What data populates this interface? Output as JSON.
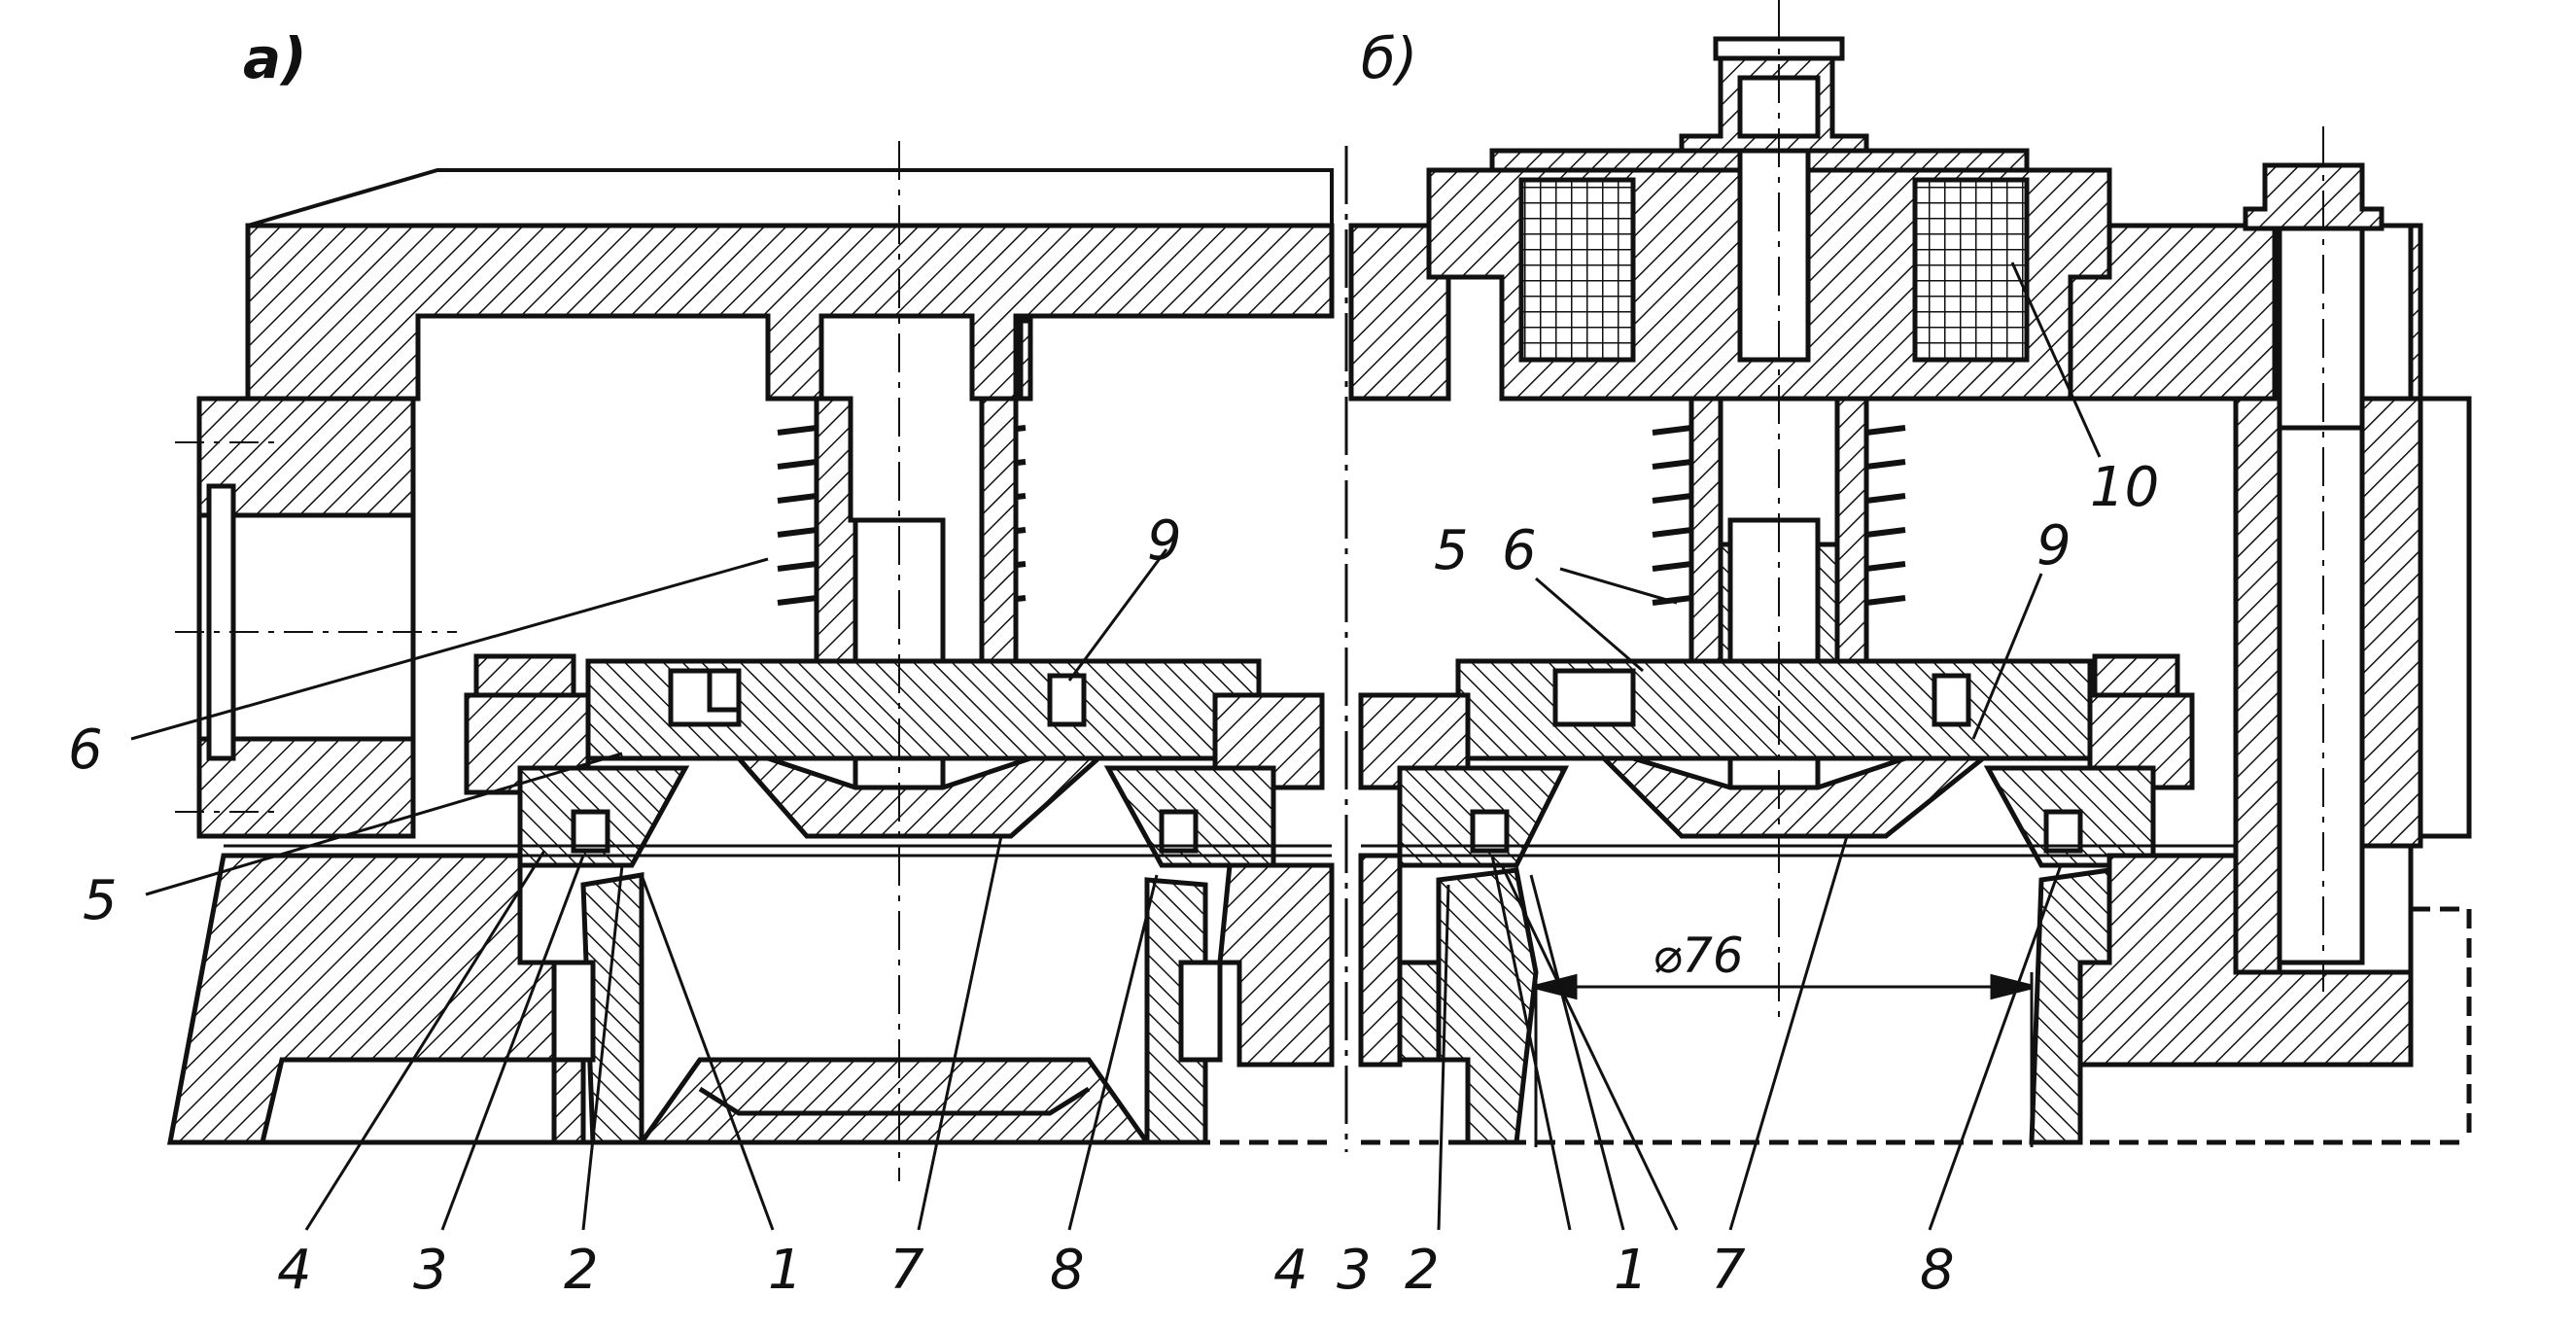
{
  "panels": {
    "a": {
      "label": "а)"
    },
    "b": {
      "label": "б)"
    }
  },
  "callouts_a": [
    "6",
    "5",
    "4",
    "3",
    "2",
    "1",
    "7",
    "8",
    "9"
  ],
  "callouts_b": [
    "5",
    "6",
    "9",
    "10",
    "4",
    "3",
    "2",
    "1",
    "7",
    "8"
  ],
  "dimension": {
    "text": "⌀76"
  },
  "colors": {
    "ink": "#111111",
    "paper": "#ffffff"
  }
}
